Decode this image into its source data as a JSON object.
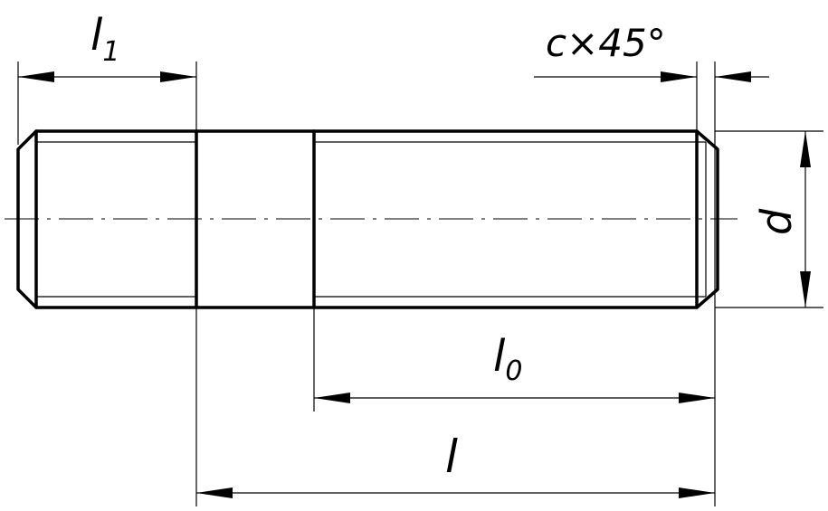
{
  "dimensions": {
    "l1": {
      "main": "l",
      "sub": "1"
    },
    "chamfer": {
      "text": "c×45°"
    },
    "diameter": {
      "text": "d"
    },
    "l0": {
      "main": "l",
      "sub": "0"
    },
    "l": {
      "main": "l"
    }
  }
}
